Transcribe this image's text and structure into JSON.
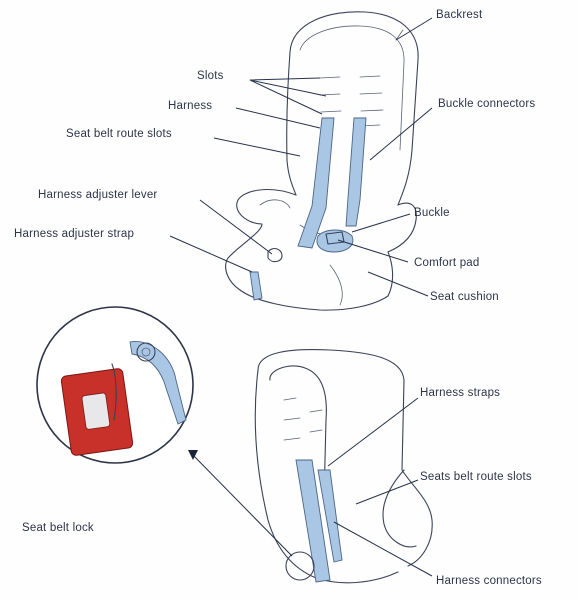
{
  "labels": {
    "backrest": "Backrest",
    "slots": "Slots",
    "harness": "Harness",
    "seat_belt_route_slots_top": "Seat belt route slots",
    "buckle_connectors": "Buckle connectors",
    "harness_adjuster_lever": "Harness adjuster lever",
    "harness_adjuster_strap": "Harness adjuster strap",
    "buckle": "Buckle",
    "comfort_pad": "Comfort pad",
    "seat_cushion": "Seat cushion",
    "harness_straps": "Harness straps",
    "seats_belt_route_slots_bottom": "Seats belt route slots",
    "seat_belt_lock": "Seat belt lock",
    "harness_connectors": "Harness connectors"
  },
  "colors": {
    "strap_blue": "#a9c6e4",
    "lock_red": "#c8302a",
    "outline": "#3a4257"
  }
}
